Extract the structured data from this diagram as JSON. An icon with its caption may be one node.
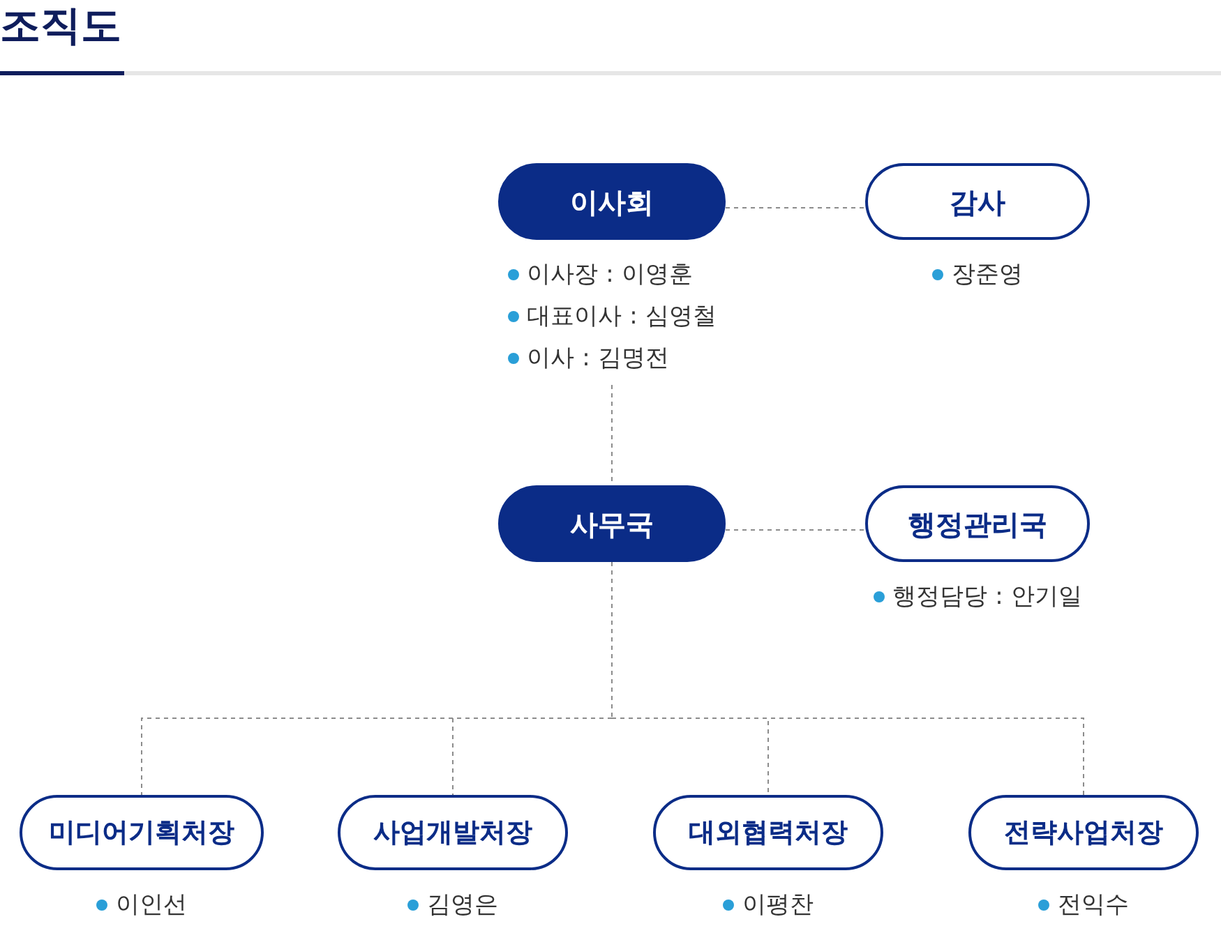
{
  "diagram": {
    "title": "조직도",
    "nodes": [
      {
        "text": [
          "이사회"
        ],
        "beside": [
          "이사장 : 이영훈",
          "대표이사 : 심영철",
          "이사 : 김명전"
        ]
      },
      {
        "text": [
          "감사"
        ],
        "beside": [
          "장준영"
        ]
      },
      {
        "text": [
          "사무국"
        ]
      },
      {
        "text": [
          "행정관리국"
        ],
        "beside": [
          "행정담당 : 안기일"
        ]
      },
      {
        "text": [
          "미디어기획처장"
        ],
        "beside": [
          "이인선"
        ]
      },
      {
        "text": [
          "사업개발처장"
        ],
        "beside": [
          "김영은"
        ]
      },
      {
        "text": [
          "대외협력처장"
        ],
        "beside": [
          "이평찬"
        ]
      },
      {
        "text": [
          "전략사업처장"
        ],
        "beside": [
          "전익수"
        ]
      }
    ],
    "edges": [
      {
        "from": 0,
        "to": 1,
        "arrow": "none",
        "style": "dashed"
      },
      {
        "from": 0,
        "to": 2,
        "arrow": "none",
        "style": "dashed"
      },
      {
        "from": 2,
        "to": 3,
        "arrow": "none",
        "style": "dashed"
      },
      {
        "from": 2,
        "to": 4,
        "arrow": "none",
        "style": "dashed"
      },
      {
        "from": 2,
        "to": 5,
        "arrow": "none",
        "style": "dashed"
      },
      {
        "from": 2,
        "to": 6,
        "arrow": "none",
        "style": "dashed"
      },
      {
        "from": 2,
        "to": 7,
        "arrow": "none",
        "style": "dashed"
      }
    ]
  }
}
